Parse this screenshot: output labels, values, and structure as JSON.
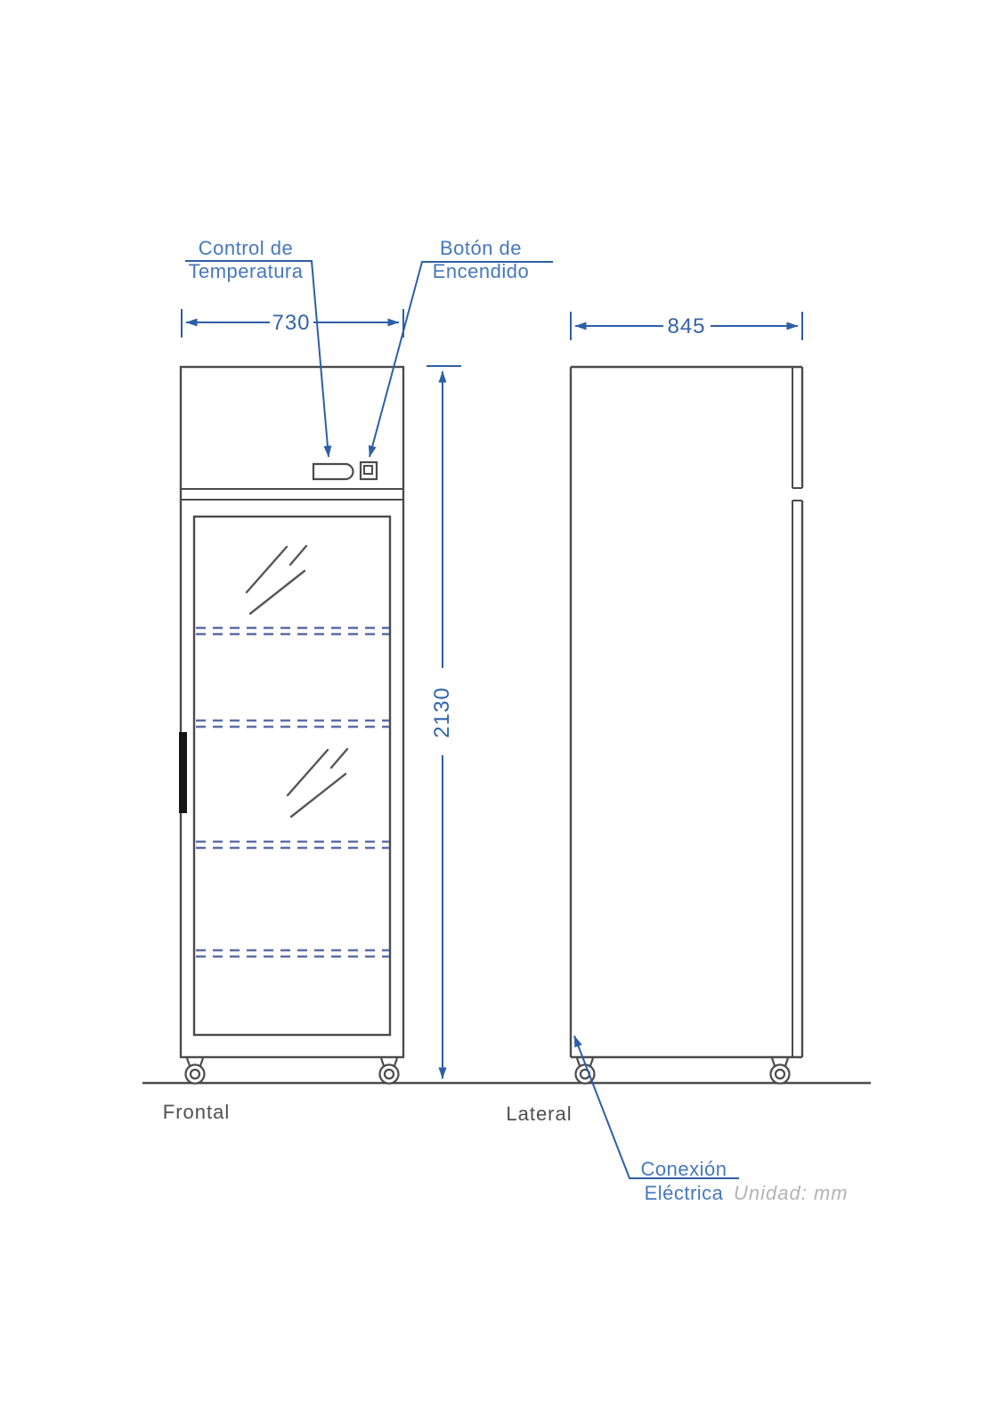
{
  "drawing": {
    "subject": "refrigerator-two-view-technical-drawing",
    "units_note": "Unidad: mm"
  },
  "callouts": {
    "temperature_control": {
      "line1": "Control de",
      "line2": "Temperatura"
    },
    "power_button": {
      "line1": "Botón de",
      "line2": "Encendido"
    },
    "electrical_connection": {
      "line1": "Conexión",
      "line2": "Eléctrica"
    }
  },
  "dimensions": {
    "front_width_mm": "730",
    "side_depth_mm": "845",
    "height_mm": "2130"
  },
  "views": {
    "front_label": "Frontal",
    "side_label": "Lateral"
  },
  "colors": {
    "outline_gray": "#4b4b4b",
    "dimension_blue": "#2d5fa6",
    "callout_text_blue": "#4678bc",
    "dim_number_blue": "#3363a8",
    "shelf_dash_blue": "#5a6da6",
    "view_label_gray": "#4e4e4e",
    "units_gray": "#b3b3b3",
    "handle_black": "#151515"
  }
}
